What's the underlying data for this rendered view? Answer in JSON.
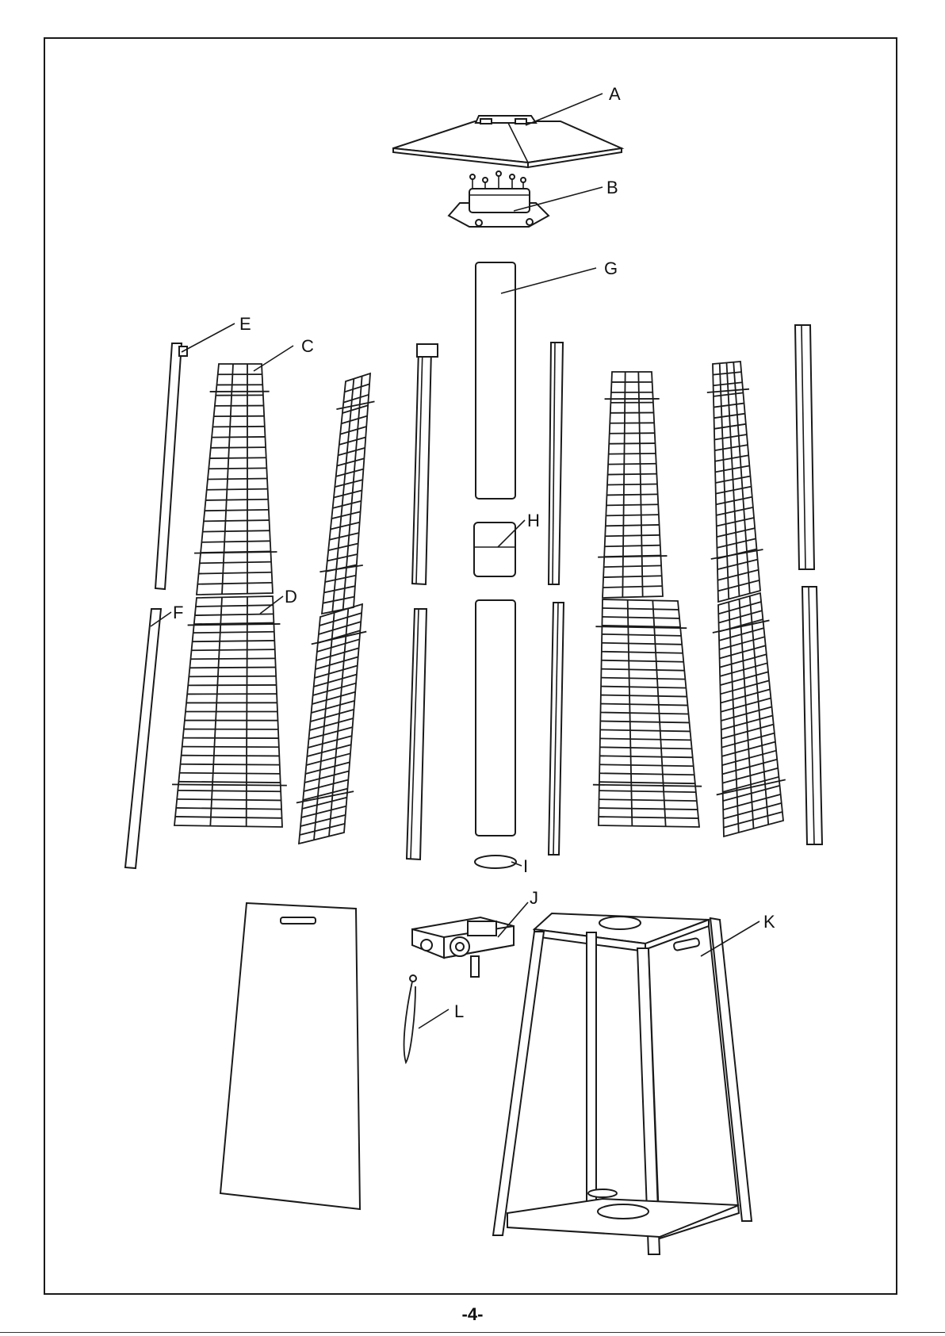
{
  "labels": {
    "A": "A",
    "B": "B",
    "C": "C",
    "D": "D",
    "E": "E",
    "F": "F",
    "G": "G",
    "H": "H",
    "I": "I",
    "J": "J",
    "K": "K",
    "L": "L"
  },
  "page_number": "-4-"
}
